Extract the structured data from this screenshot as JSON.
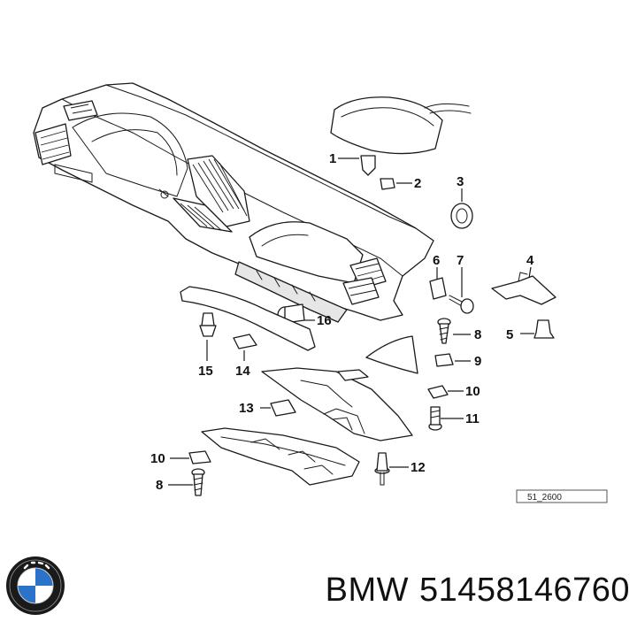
{
  "diagram": {
    "reference_code": "51_2600",
    "callouts": [
      "1",
      "2",
      "3",
      "4",
      "5",
      "6",
      "7",
      "8",
      "9",
      "10",
      "11",
      "12",
      "13",
      "14",
      "15",
      "16",
      "10",
      "8"
    ]
  },
  "footer": {
    "brand": "BMW",
    "part_number": "51458146760"
  },
  "logo": {
    "icon": "bmw-roundel-icon",
    "colors": {
      "ring": "#1a1a1a",
      "blue": "#2a73c9",
      "white": "#ffffff"
    }
  }
}
